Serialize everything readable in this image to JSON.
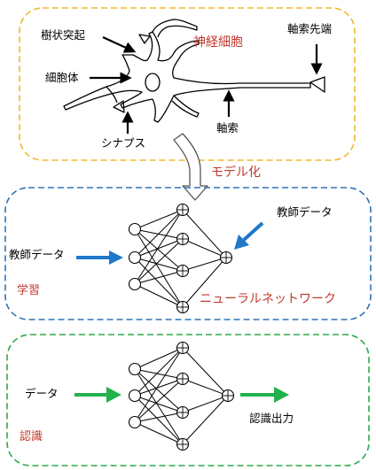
{
  "neuron": {
    "label_dendrite": "樹状突起",
    "label_cell_body": "細胞体",
    "label_synapse": "シナプス",
    "label_axon": "軸索",
    "label_axon_terminal": "軸索先端",
    "title": "神経細胞"
  },
  "modeling_label": "モデル化",
  "learning": {
    "title": "学習",
    "input_label": "教師データ",
    "target_label": "教師データ",
    "network_label": "ニューラルネットワーク"
  },
  "recognition": {
    "title": "認識",
    "input_label": "データ",
    "output_label": "認識出力"
  },
  "colors": {
    "neuron_border": "#F2B82E",
    "learning_border": "#2E74B5",
    "recognition_border": "#2EA84A",
    "title_red": "#C0392B",
    "blue_arrow": "#1F77C9",
    "green_arrow": "#22B14C"
  }
}
